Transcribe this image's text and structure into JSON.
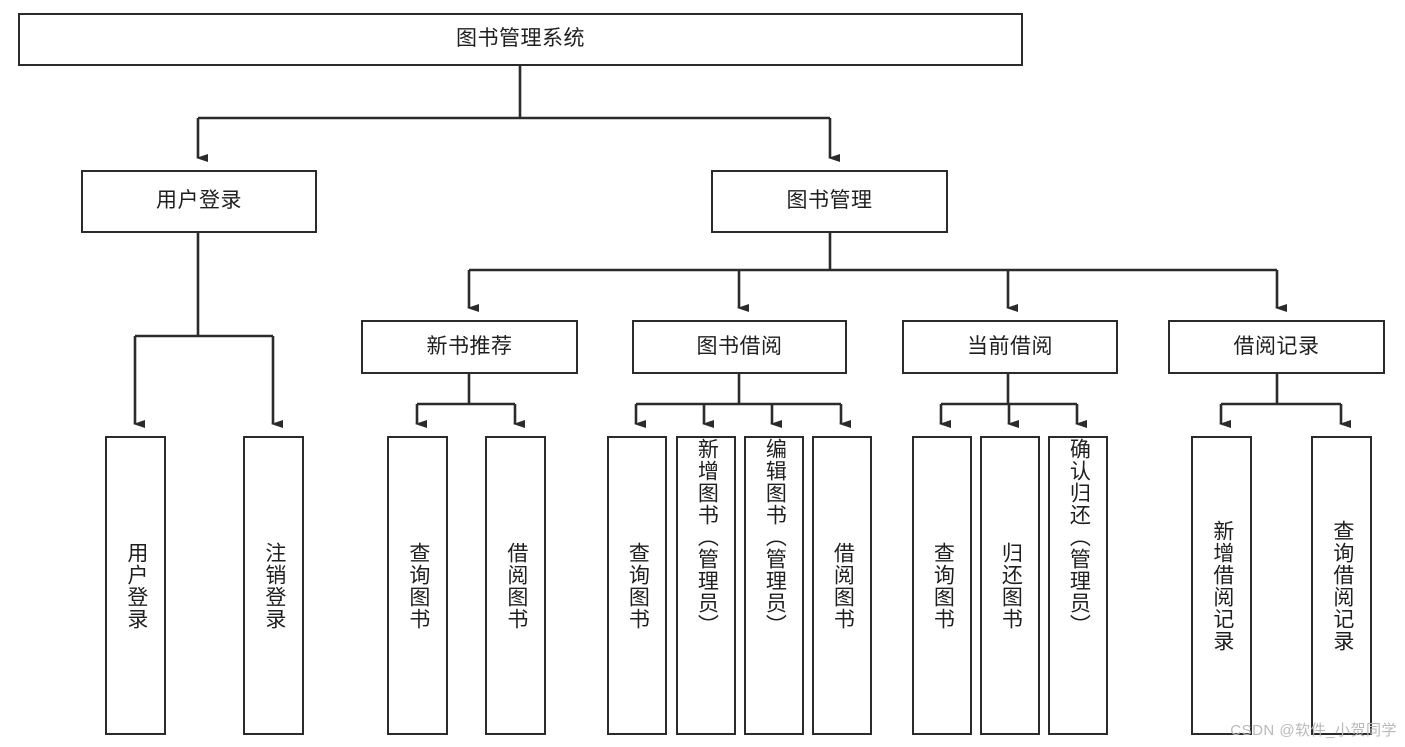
{
  "diagram": {
    "type": "tree",
    "title": "图书管理系统",
    "watermark": "CSDN @软件_小贺同学",
    "colors": {
      "box_border": "#2b2b2b",
      "box_fill": "#ffffff",
      "connector": "#2b2b2b",
      "text": "#1f1f1f",
      "watermark": "#b9b9b9",
      "background": "#ffffff"
    },
    "root": {
      "label": "图书管理系统"
    },
    "level2": [
      {
        "label": "用户登录"
      },
      {
        "label": "图书管理"
      }
    ],
    "level3": [
      {
        "label": "新书推荐"
      },
      {
        "label": "图书借阅"
      },
      {
        "label": "当前借阅"
      },
      {
        "label": "借阅记录"
      }
    ],
    "leaves": {
      "user_login": [
        {
          "label": "用户登录"
        },
        {
          "label": "注销登录"
        }
      ],
      "new_book_recommend": [
        {
          "label": "查询图书"
        },
        {
          "label": "借阅图书"
        }
      ],
      "book_borrow": [
        {
          "label": "查询图书"
        },
        {
          "label": "新增图书（管理员）"
        },
        {
          "label": "编辑图书（管理员）"
        },
        {
          "label": "借阅图书"
        }
      ],
      "current_borrow": [
        {
          "label": "查询图书"
        },
        {
          "label": "归还图书"
        },
        {
          "label": "确认归还（管理员）"
        }
      ],
      "borrow_records": [
        {
          "label": "新增借阅记录"
        },
        {
          "label": "查询借阅记录"
        }
      ]
    }
  }
}
